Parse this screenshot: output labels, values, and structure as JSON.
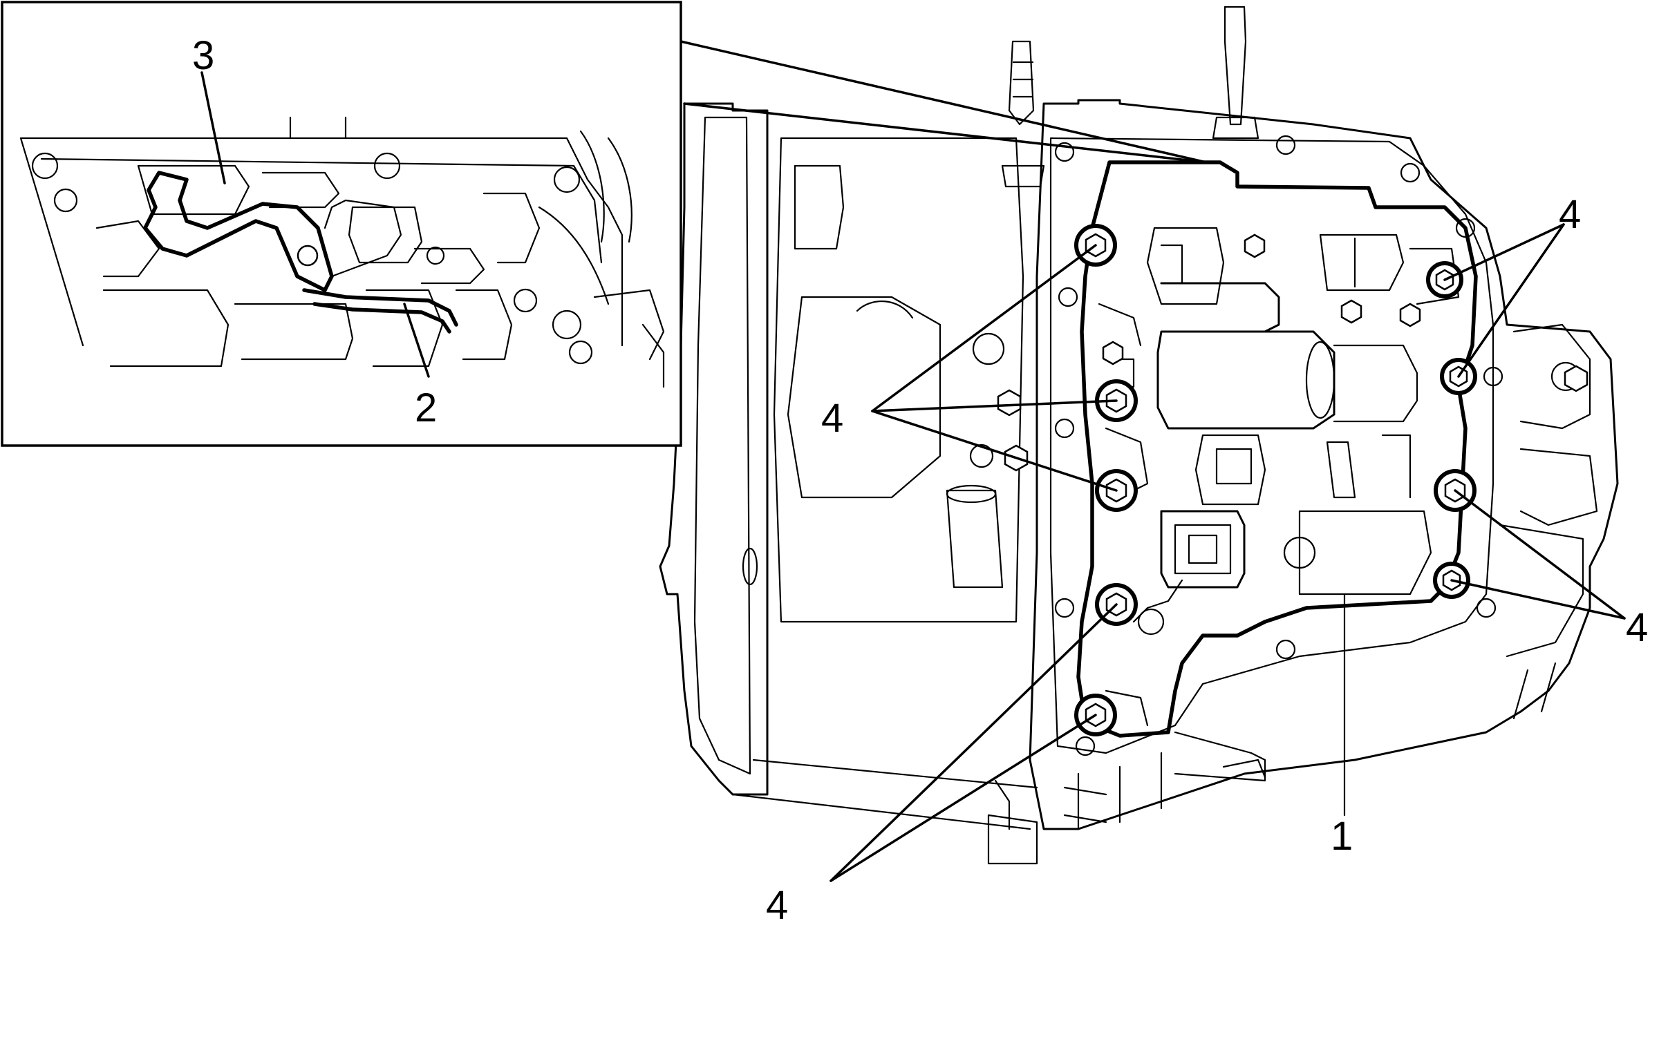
{
  "figure": {
    "description_free": true,
    "callouts": {
      "valve_body": "1",
      "wire_harness": "2",
      "bracket": "3",
      "bolt": "4"
    }
  }
}
